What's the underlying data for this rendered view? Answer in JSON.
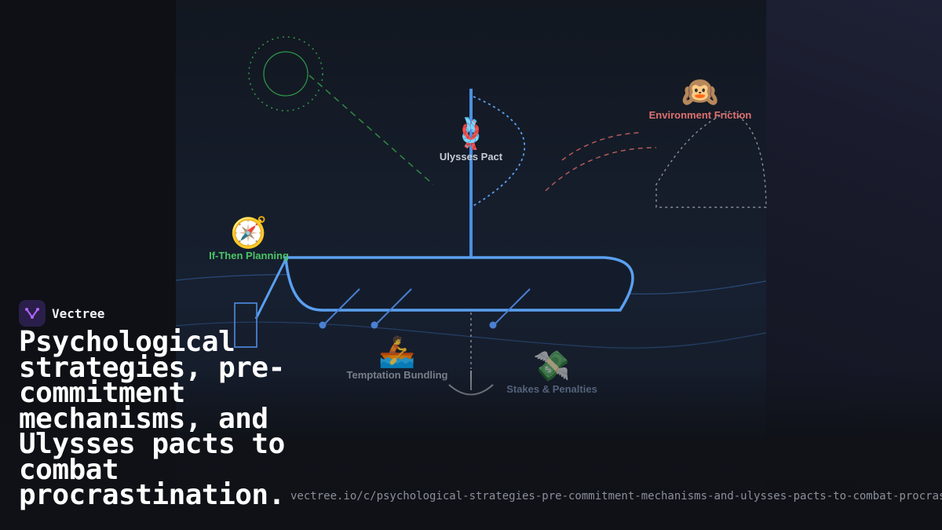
{
  "brand": {
    "name": "Vectree",
    "logo_icon": "vectree-logo-icon",
    "accent": "#b266ff"
  },
  "title": "Psychological strategies, pre-commitment mechanisms, and Ulysses pacts to combat procrastination.",
  "url": "vectree.io/c/psychological-strategies-pre-commitment-mechanisms-and-ulysses-pacts-to-combat-procrastination",
  "diagram": {
    "nodes": [
      {
        "id": "ulysses",
        "emoji": "🪢",
        "icon": "knot-icon",
        "label": "Ulysses Pact",
        "color": "#c8ccd4"
      },
      {
        "id": "ifthen",
        "emoji": "🧭",
        "icon": "compass-icon",
        "label": "If-Then Planning",
        "color": "#4cc466"
      },
      {
        "id": "friction",
        "emoji": "🙉",
        "icon": "monkey-icon",
        "label": "Environment Friction",
        "color": "#e07070"
      },
      {
        "id": "bundling",
        "emoji": "🚣",
        "icon": "rowing-icon",
        "label": "Temptation Bundling",
        "color": "#7f8694"
      },
      {
        "id": "stakes",
        "emoji": "💸",
        "icon": "money-wings-icon",
        "label": "Stakes & Penalties",
        "color": "#5f6e86"
      }
    ]
  }
}
